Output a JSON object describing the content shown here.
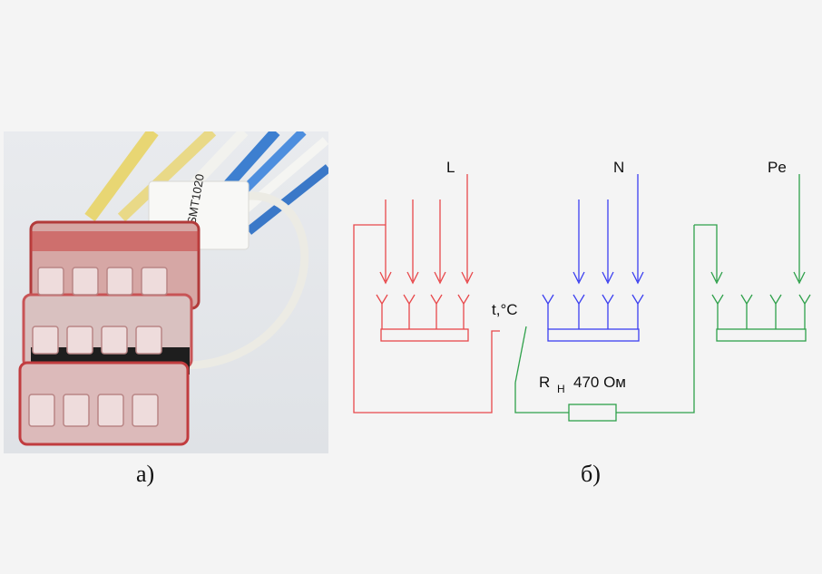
{
  "captions": {
    "photo": "а)",
    "diagram": "б)"
  },
  "photo": {
    "sensor_marking": "SMT1020"
  },
  "diagram": {
    "labels": {
      "phase": "L",
      "neutral": "N",
      "earth": "Pe",
      "thermo_switch": "t,°C",
      "resistor_prefix": "R",
      "resistor_sub": "Н",
      "resistor_value": "470 Ом"
    },
    "colors": {
      "phase": "#e8474a",
      "neutral": "#3b3ff0",
      "earth": "#2ea04a"
    }
  }
}
